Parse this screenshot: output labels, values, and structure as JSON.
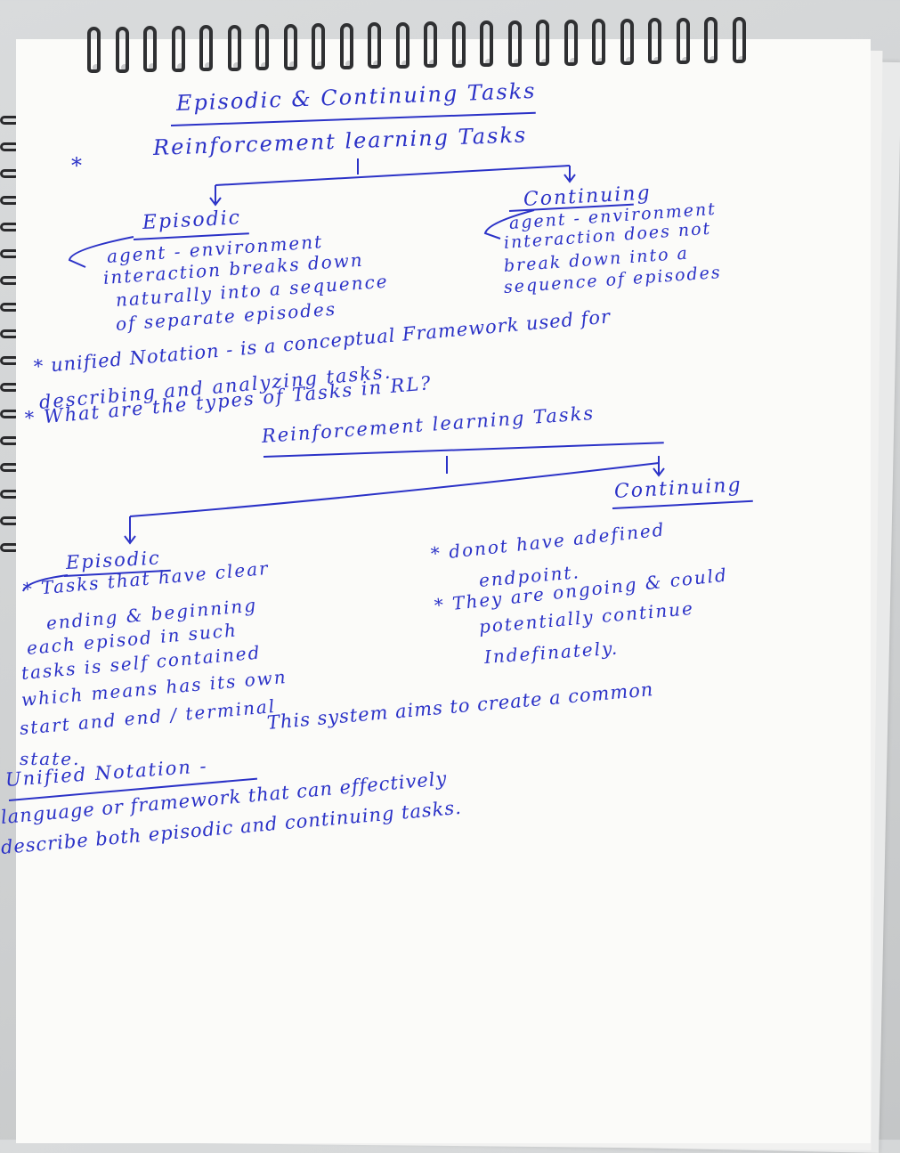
{
  "title": "Episodic & Continuing Tasks",
  "diagram1": {
    "star": "*",
    "root": "Reinforcement learning Tasks",
    "episodic": {
      "label": "Episodic",
      "desc": [
        "agent - environment",
        "interaction breaks down",
        "naturally into a sequence",
        "of separate episodes"
      ]
    },
    "continuing": {
      "label": "Continuing",
      "desc": [
        "agent - environment",
        "interaction does not",
        "break down into a",
        "sequence of episodes"
      ]
    }
  },
  "unified_note": [
    "* unified Notation - is a conceptual Framework used for",
    "describing and analyzing tasks."
  ],
  "question": "* What are the types of Tasks in RL?",
  "diagram2": {
    "root": "Reinforcement learning Tasks",
    "continuing_label": "Continuing",
    "episodic_label": "Episodic",
    "episodic_points": [
      "* Tasks that have clear",
      "ending & beginning",
      "each episod in such",
      "tasks is self contained",
      "which means has its own",
      "start and end / terminal",
      "state."
    ],
    "continuing_points": [
      "* donot have adefined",
      "endpoint.",
      "* They are ongoing & could",
      "potentially continue",
      "Indefinately."
    ]
  },
  "unified_notation": {
    "term": "Unified Notation -",
    "lines": [
      "This system aims to create a common",
      "language or framework that can effectively",
      "describe both episodic and continuing tasks."
    ]
  }
}
